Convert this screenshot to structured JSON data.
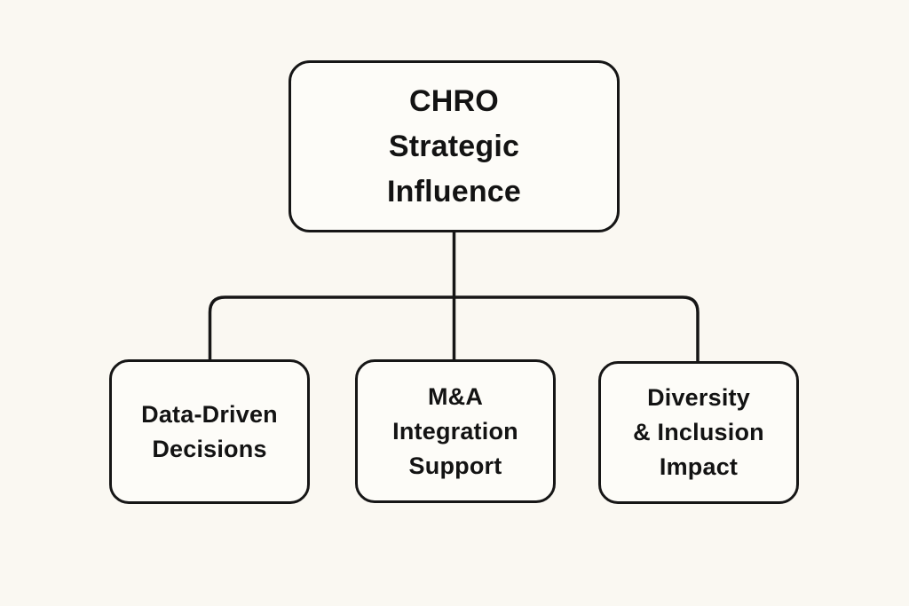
{
  "diagram": {
    "title": "CHRO Strategic Influence hierarchy diagram",
    "type": "tree",
    "colors": {
      "background": "#faf8f2",
      "node_fill": "#fdfcf8",
      "node_border": "#161616",
      "text": "#131313",
      "connector": "#161616"
    },
    "nodes": {
      "root": {
        "id": "chro-strategic-influence",
        "lines": [
          "CHRO",
          "Strategic",
          "Influence"
        ],
        "label": "CHRO Strategic Influence"
      },
      "child1": {
        "id": "data-driven-decisions",
        "lines": [
          "Data-Driven",
          "Decisions"
        ],
        "label": "Data-Driven Decisions"
      },
      "child2": {
        "id": "ma-integration-support",
        "lines": [
          "M&A",
          "Integration",
          "Support"
        ],
        "label": "M&A Integration Support"
      },
      "child3": {
        "id": "diversity-inclusion-impact",
        "lines": [
          "Diversity",
          "& Inclusion",
          "Impact"
        ],
        "label": "Diversity & Inclusion Impact"
      }
    },
    "edges": [
      {
        "from": "chro-strategic-influence",
        "to": "data-driven-decisions"
      },
      {
        "from": "chro-strategic-influence",
        "to": "ma-integration-support"
      },
      {
        "from": "chro-strategic-influence",
        "to": "diversity-inclusion-impact"
      }
    ]
  }
}
